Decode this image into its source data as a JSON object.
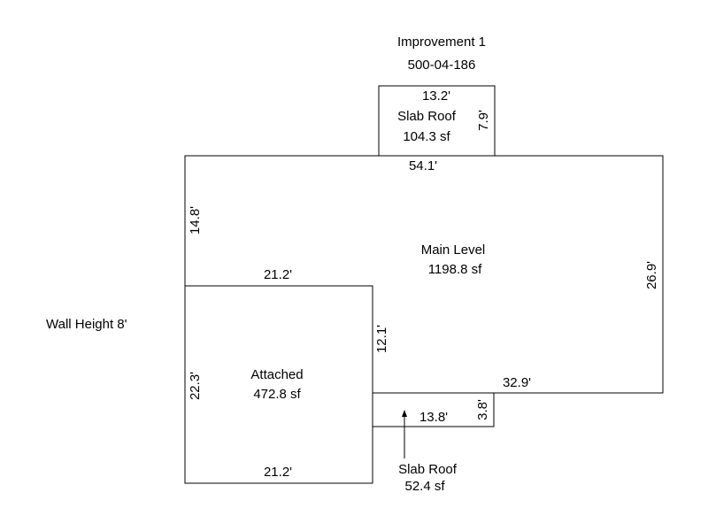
{
  "header": {
    "title": "Improvement 1",
    "parcel_id": "500-04-186"
  },
  "wall_height_label": "Wall Height 8'",
  "areas": {
    "slab_roof_top": {
      "name": "Slab Roof",
      "area": "104.3 sf",
      "dims": {
        "top": "13.2'",
        "side": "7.9'"
      }
    },
    "main_level": {
      "name": "Main Level",
      "area": "1198.8 sf",
      "dims": {
        "top": "54.1'",
        "left": "14.8'",
        "right": "26.9'",
        "inner_vertical": "12.1'",
        "bottom": "32.9'"
      }
    },
    "attached": {
      "name": "Attached",
      "area": "472.8 sf",
      "dims": {
        "top": "21.2'",
        "left": "22.3'",
        "bottom": "21.2'"
      }
    },
    "slab_roof_bottom": {
      "name": "Slab Roof",
      "area": "52.4 sf",
      "dims": {
        "bottom": "13.8'",
        "side": "3.8'"
      }
    }
  },
  "colors": {
    "line": "#000000",
    "text": "#000000",
    "background": "#ffffff"
  }
}
